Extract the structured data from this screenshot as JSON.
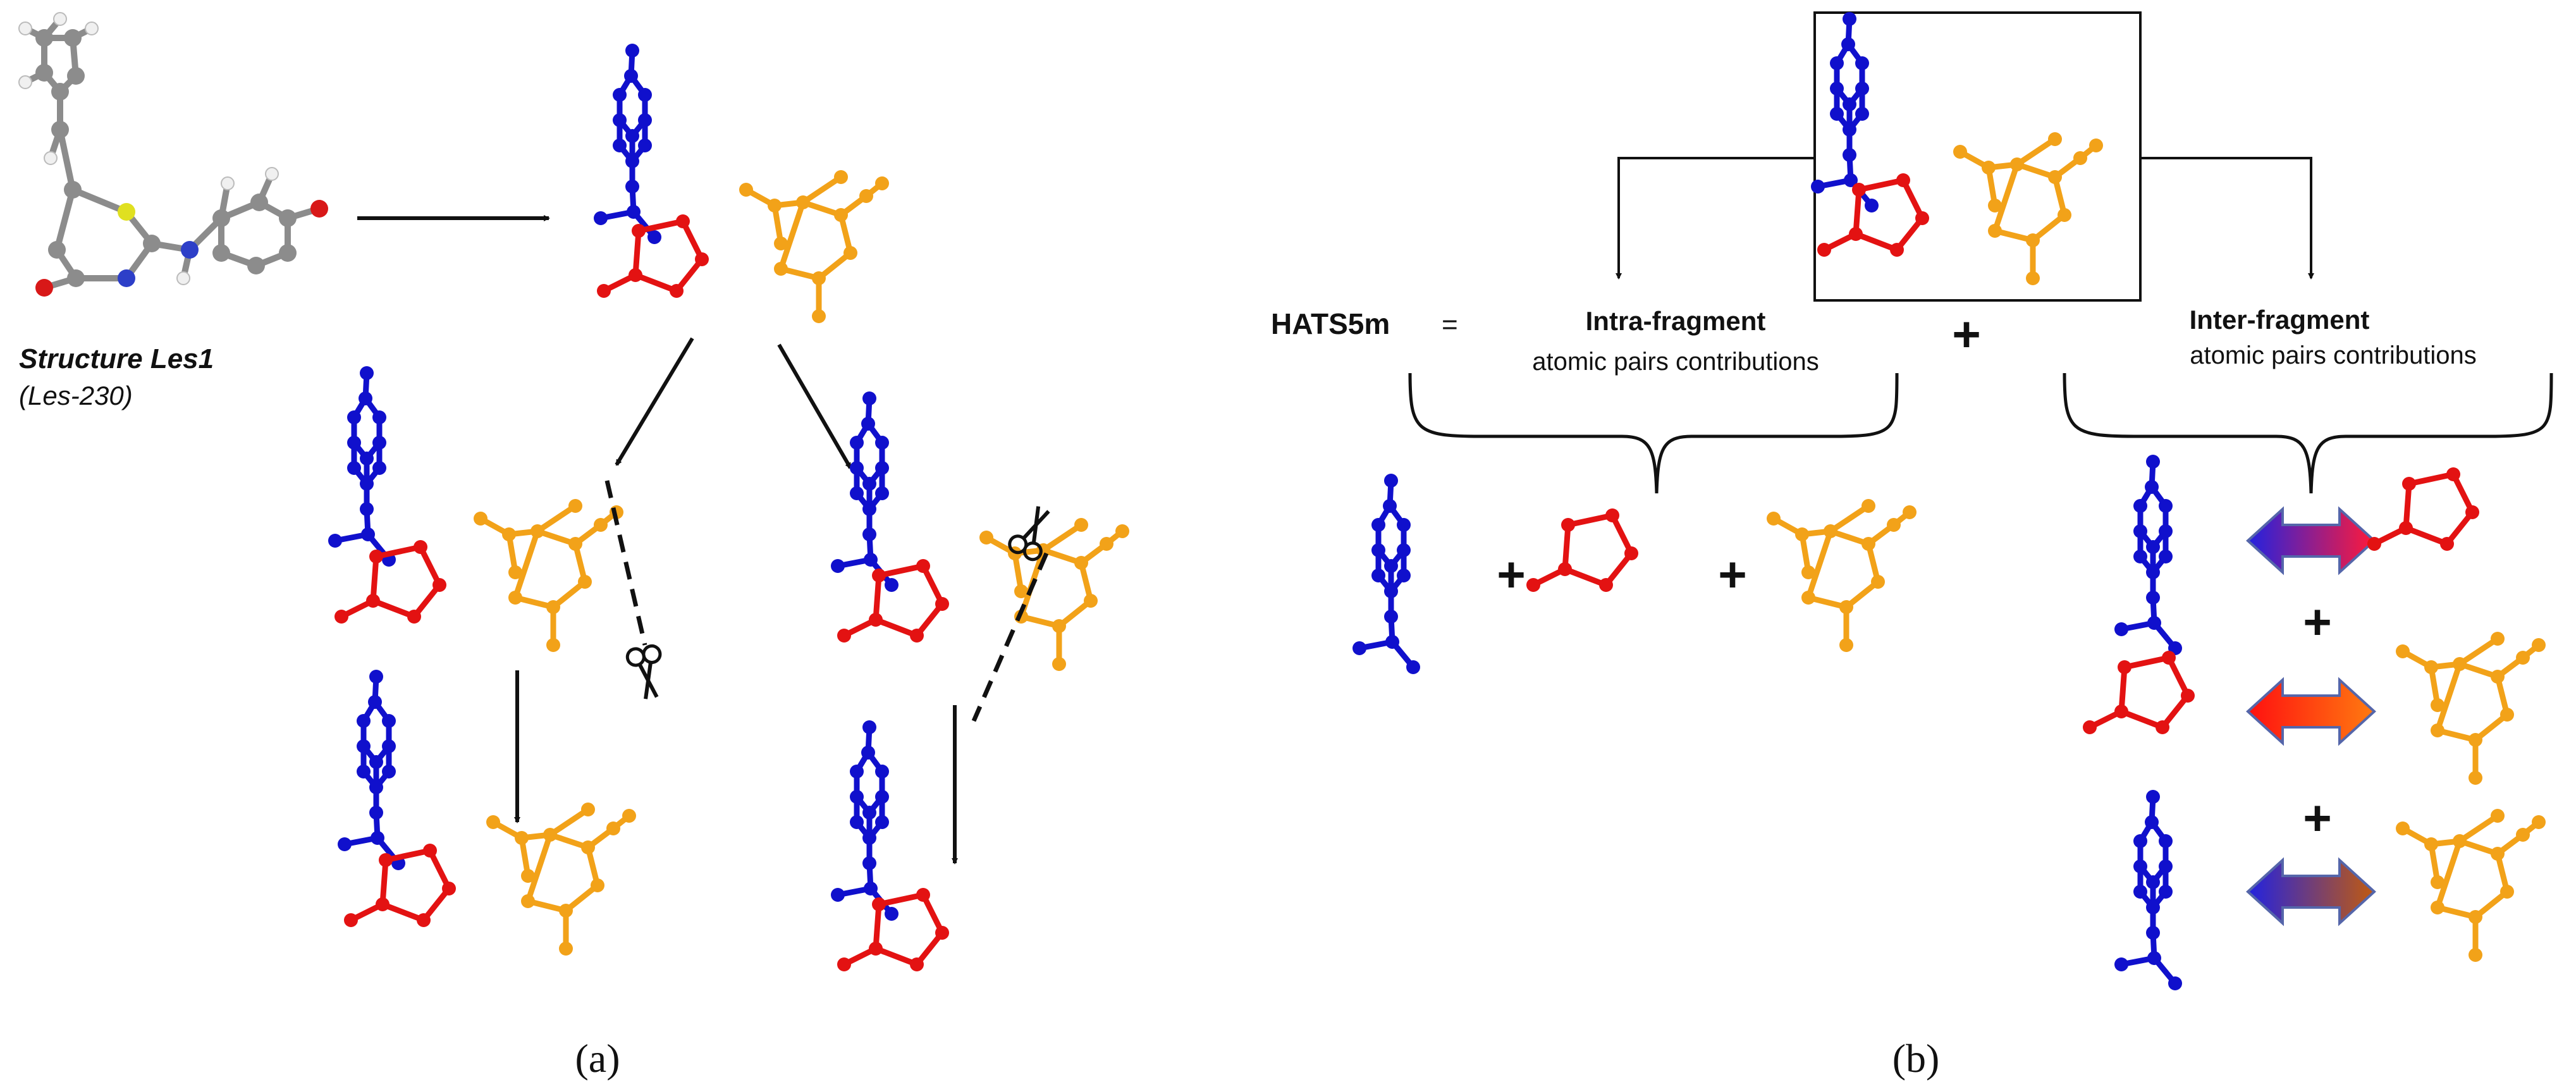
{
  "panel_a": {
    "structure_name": "Structure Les1",
    "structure_code": "(Les-230)",
    "panel_label": "(a)"
  },
  "panel_b": {
    "descriptor_label": "HATS5m",
    "equals": "=",
    "intra_title": "Intra-fragment",
    "intra_sub": "atomic pairs contributions",
    "inter_title": "Inter-fragment",
    "inter_sub": "atomic pairs contributions",
    "plus": "+",
    "panel_label": "(b)"
  },
  "colors": {
    "fragment_a": "#1010cc",
    "fragment_b": "#e31212",
    "fragment_c": "#f2a219",
    "carbon": "#8c8c8c",
    "hydrogen": "#f0f0f0",
    "sulfur": "#e0e020",
    "nitrogen": "#2d3fc8",
    "oxygen": "#d81818",
    "line": "#111111"
  },
  "icons": {
    "cut": "scissors-icon",
    "pair": "double-arrow-icon"
  }
}
